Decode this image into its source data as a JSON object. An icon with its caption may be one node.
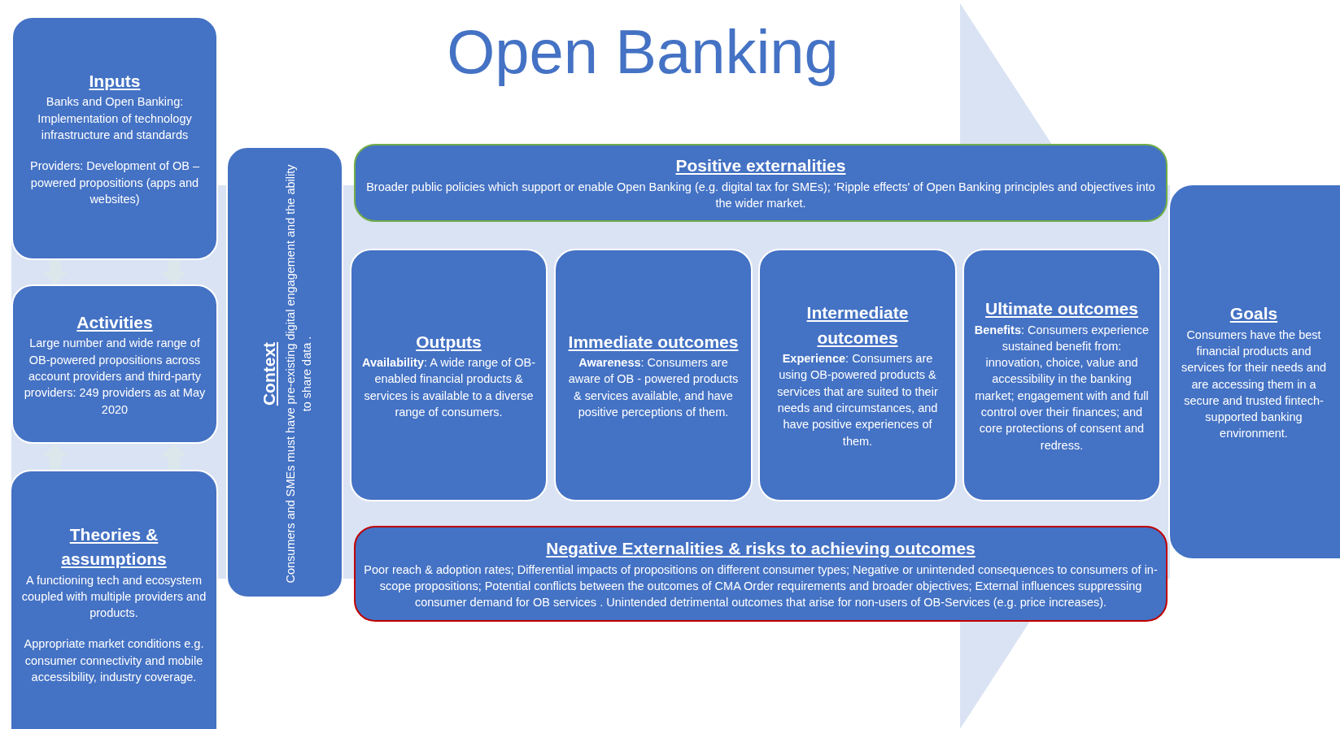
{
  "diagram": {
    "title": "Open Banking",
    "nodes": [
      {
        "text": [
          "Inputs",
          "Banks and Open Banking: Implementation of technology infrastructure and standards",
          "Providers: Development of  OB –powered propositions (apps and websites)"
        ]
      },
      {
        "text": [
          "Activities",
          "Large number and wide range of OB-powered propositions across account providers and third-party providers: 249 providers as at May 2020"
        ]
      },
      {
        "text": [
          "Theories & assumptions",
          "A functioning tech and ecosystem coupled with multiple providers and products.",
          "Appropriate market conditions e.g. consumer connectivity and mobile accessibility, industry coverage."
        ]
      },
      {
        "text": [
          "Context",
          "Consumers and SMEs must have pre-existing digital engagement and the ability to share data ."
        ]
      },
      {
        "text": [
          "Positive externalities",
          "Broader public policies which support or enable Open Banking (e.g. digital tax for SMEs); ‘Ripple effects' of Open Banking principles and objectives into the wider market."
        ]
      },
      {
        "text": [
          "Outputs",
          "**Availability**: A wide range of OB-enabled financial products & services is available to a diverse range of consumers."
        ]
      },
      {
        "text": [
          "Immediate outcomes",
          "**Awareness**: Consumers are aware of OB - powered products & services available, and have positive perceptions of them."
        ]
      },
      {
        "text": [
          "Intermediate outcomes",
          "**Experience**: Consumers are using OB-powered products & services that are suited to their needs and circumstances, and have positive experiences of them."
        ]
      },
      {
        "text": [
          "Ultimate outcomes",
          "**Benefits**: Consumers experience sustained benefit from: innovation, choice, value and accessibility in the banking market; engagement with and full control over their finances; and core protections of consent and redress."
        ]
      },
      {
        "text": [
          "Negative Externalities & risks to achieving outcomes",
          "Poor reach & adoption rates; Differential impacts of propositions on different consumer types; Negative or unintended consequences to consumers of in-scope propositions; Potential conflicts between the outcomes of CMA Order requirements and broader objectives; External influences suppressing consumer demand for OB services . Unintended detrimental outcomes that arise for non-users of OB-Services (e.g. price increases)."
        ]
      },
      {
        "text": [
          "Goals",
          "Consumers have the best financial products and services for their needs and are accessing them in a secure and trusted fintech-supported banking environment."
        ]
      }
    ],
    "edges": [
      {
        "from": 0,
        "to": 1,
        "arrow": "to"
      },
      {
        "from": 0,
        "to": 1,
        "arrow": "to"
      },
      {
        "from": 2,
        "to": 1,
        "arrow": "to"
      },
      {
        "from": 2,
        "to": 1,
        "arrow": "to"
      }
    ]
  }
}
